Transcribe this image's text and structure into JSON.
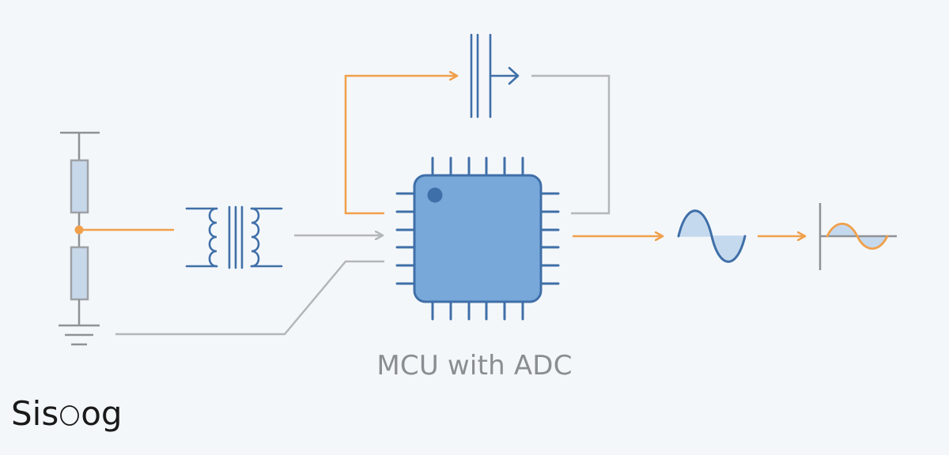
{
  "diagram": {
    "title": "",
    "mcu_label": "MCU with ADC",
    "colors": {
      "signal": "#f0a04b",
      "wire": "#b3b6ba",
      "component": "#3f6fa8",
      "resistor_fill": "#c8d8eb",
      "chip_fill": "#78a8da",
      "chip_border": "#3f6fa8",
      "wave_fill": "#c5d9ee"
    },
    "components": [
      {
        "name": "voltage-divider-resistors",
        "icon": "resistor-pair-icon"
      },
      {
        "name": "transformer",
        "icon": "transformer-icon"
      },
      {
        "name": "capacitor",
        "icon": "capacitor-icon"
      },
      {
        "name": "microcontroller",
        "icon": "chip-icon"
      },
      {
        "name": "sine-wave-output",
        "icon": "sine-wave-icon"
      },
      {
        "name": "ac-signal-plot",
        "icon": "ac-wave-axis-icon"
      },
      {
        "name": "ground",
        "icon": "ground-icon"
      }
    ]
  },
  "logo": {
    "text_start": "Sis",
    "text_end": "og"
  }
}
